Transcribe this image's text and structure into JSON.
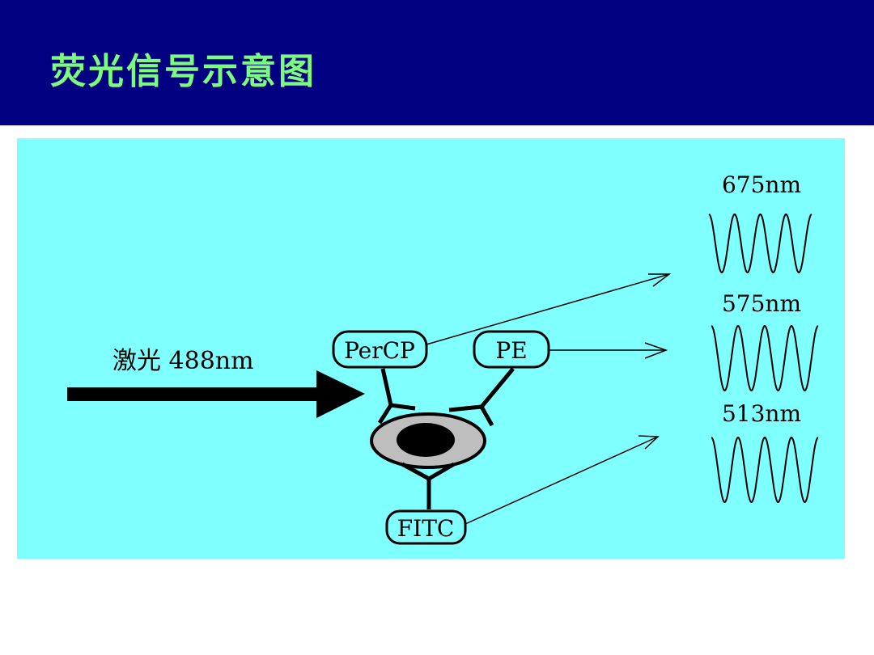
{
  "title": "荧光信号示意图",
  "colors": {
    "header_bg": "#000080",
    "title_text": "#7CFC7C",
    "panel_bg": "#80FFFF"
  },
  "diagram": {
    "laser_label": "激光 488nm",
    "markers": {
      "percp": "PerCP",
      "pe": "PE",
      "fitc": "FITC"
    },
    "wavelengths": {
      "w675": "675nm",
      "w575": "575nm",
      "w513": "513nm"
    }
  }
}
